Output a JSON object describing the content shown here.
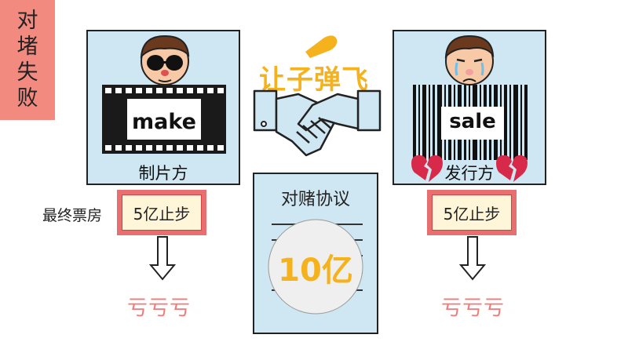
{
  "tag": {
    "lines": [
      "对",
      "堵",
      "失",
      "败"
    ]
  },
  "left": {
    "film_word": "make",
    "caption": "制片方",
    "box_label": "最终票房",
    "ticket": "5亿止步",
    "loss": "亏亏亏"
  },
  "right": {
    "barcode_word": "sale",
    "caption": "发行方",
    "ticket": "5亿止步",
    "loss": "亏亏亏"
  },
  "center": {
    "slogan": "让子弹飞",
    "pact_title": "对赌协议",
    "amount": "10亿"
  },
  "colors": {
    "panel": "#cfe7f2",
    "tag": "#f38a80",
    "ticket": "#e76f6f",
    "gold": "#f5b21c",
    "loss": "#f07a78"
  },
  "icons": [
    "sunglasses-face-icon",
    "film-strip-icon",
    "handshake-icon",
    "bullet-icon",
    "crying-face-icon",
    "barcode-icon",
    "broken-heart-icon",
    "down-arrow-icon"
  ]
}
